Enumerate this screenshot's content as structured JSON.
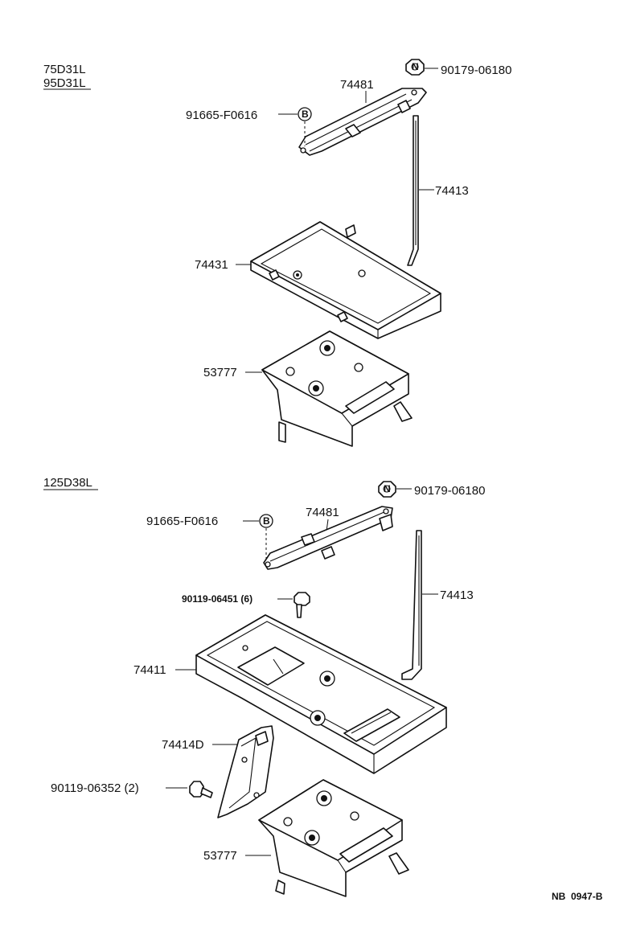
{
  "sections": [
    {
      "models": [
        "75D31L",
        "95D31L"
      ],
      "parts": {
        "nut": "90179-06180",
        "clamp": "74481",
        "plug": "91665-F0616",
        "rod": "74413",
        "tray": "74431",
        "carrier": "53777"
      }
    },
    {
      "models": [
        "125D38L"
      ],
      "parts": {
        "nut": "90179-06180",
        "clamp": "74481",
        "plug": "91665-F0616",
        "bolt": "90119-06451 (6)",
        "rod": "74413",
        "tray": "74411",
        "stay": "74414D",
        "bolt2": "90119-06352 (2)",
        "carrier": "53777"
      }
    }
  ],
  "footer": {
    "code": "NB  0947-B"
  },
  "icons": {
    "plug_marker": "B",
    "nut_marker": "N"
  }
}
